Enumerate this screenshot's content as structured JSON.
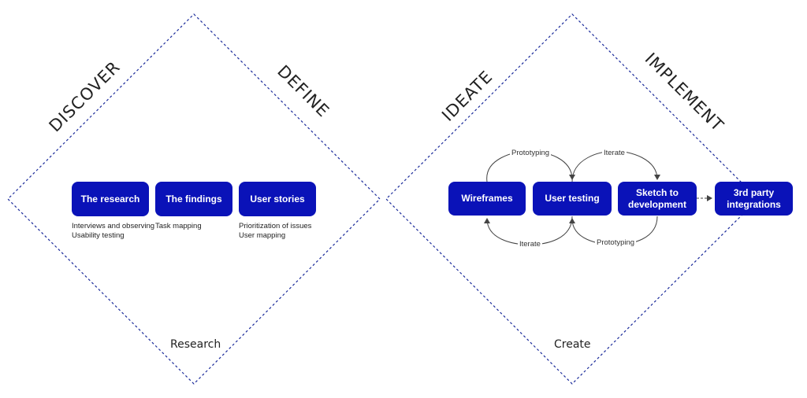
{
  "phases": {
    "discover": "DISCOVER",
    "define": "DEFINE",
    "ideate": "IDEATE",
    "implement": "IMPLEMENT"
  },
  "left_diamond": {
    "boxes": [
      {
        "label": "The research",
        "notes": [
          "Interviews and observing",
          "Usability testing"
        ]
      },
      {
        "label": "The findings",
        "notes": [
          "Task mapping"
        ]
      },
      {
        "label": "User stories",
        "notes": [
          "Prioritization of issues",
          "User mapping"
        ]
      }
    ],
    "bottom_label": "Research"
  },
  "right_diamond": {
    "boxes": [
      {
        "label": "Wireframes"
      },
      {
        "label": "User testing"
      },
      {
        "label": "Sketch to development"
      },
      {
        "label": "3rd party integrations"
      }
    ],
    "arrow_labels": {
      "top_left": "Prototyping",
      "top_right": "Iterate",
      "bottom_left": "Iterate",
      "bottom_right": "Prototyping"
    },
    "bottom_label": "Create"
  },
  "colors": {
    "box_fill": "#0a12b8",
    "box_text": "#ffffff",
    "diamond_stroke": "#1a2a9a",
    "arrow_stroke": "#444444"
  }
}
